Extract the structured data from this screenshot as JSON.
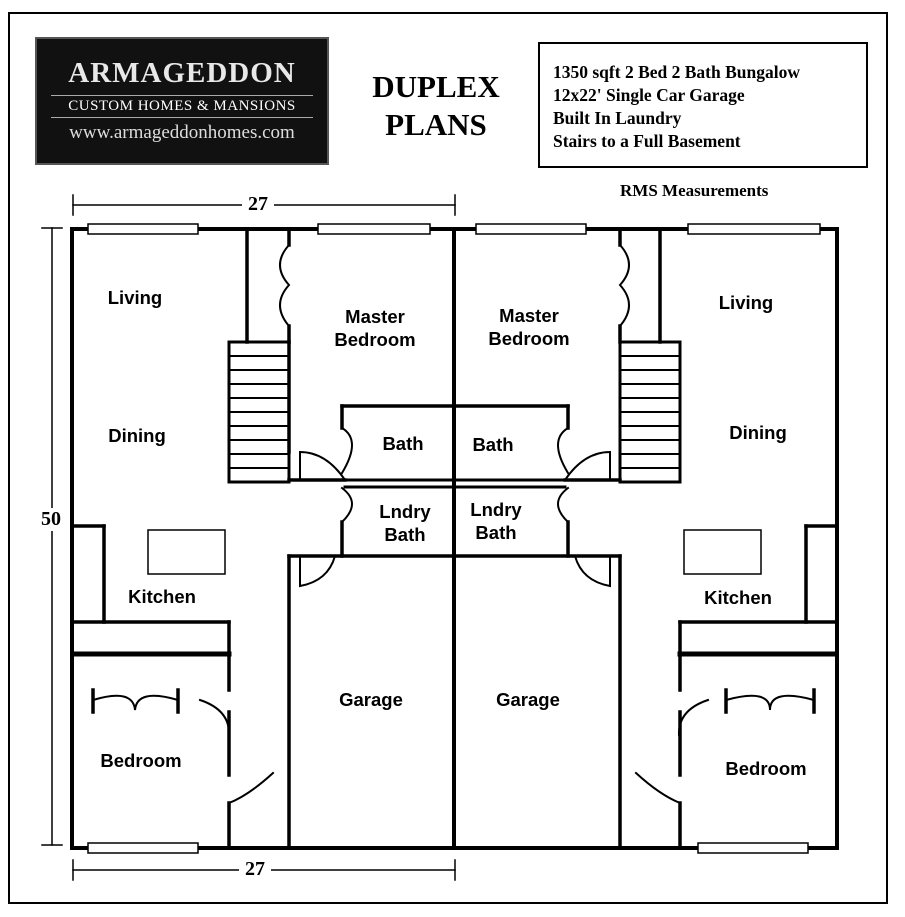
{
  "logo": {
    "brand": "ARMAGEDDON",
    "tagline": "CUSTOM HOMES & MANSIONS",
    "url": "www.armageddonhomes.com"
  },
  "title": {
    "line1": "DUPLEX",
    "line2": "PLANS"
  },
  "info": [
    "1350 sqft 2 Bed 2 Bath Bungalow",
    "12x22' Single Car Garage",
    "Built In Laundry",
    "Stairs to a Full Basement"
  ],
  "measurement_note": "RMS Measurements",
  "dimensions": {
    "width_top": "27",
    "width_bottom": "27",
    "depth": "50"
  },
  "rooms": {
    "left": {
      "living": "Living",
      "master": "Master\nBedroom",
      "dining": "Dining",
      "bath": "Bath",
      "laundry": "Lndry\nBath",
      "kitchen": "Kitchen",
      "garage": "Garage",
      "bedroom": "Bedroom"
    },
    "right": {
      "living": "Living",
      "master": "Master\nBedroom",
      "dining": "Dining",
      "bath": "Bath",
      "laundry": "Lndry\nBath",
      "kitchen": "Kitchen",
      "garage": "Garage",
      "bedroom": "Bedroom"
    }
  }
}
